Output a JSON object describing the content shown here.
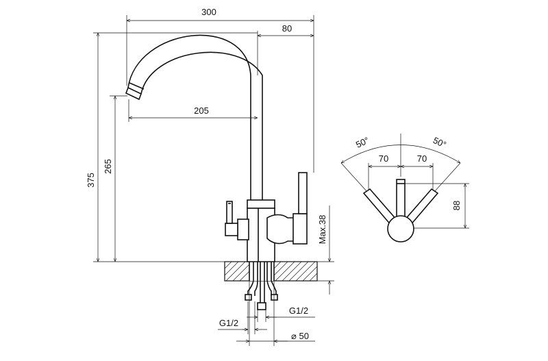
{
  "drawing": {
    "side_view": {
      "dim_width_total": "300",
      "dim_offset_top": "80",
      "dim_reach": "205",
      "dim_height_total": "375",
      "dim_height_spout": "265",
      "dim_max_mount": "Max.38",
      "dim_connector_left": "G1/2",
      "dim_connector_right": "G1/2",
      "dim_base_diameter": "⌀ 50"
    },
    "top_view": {
      "angle_left": "50°",
      "angle_right": "50°",
      "dim_left_offset": "70",
      "dim_right_offset": "70",
      "dim_height": "88"
    }
  }
}
